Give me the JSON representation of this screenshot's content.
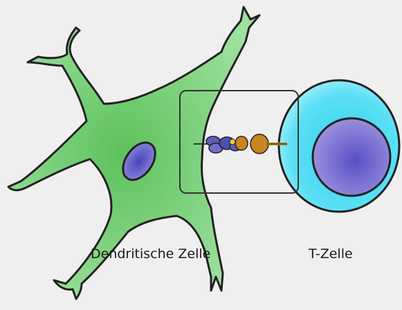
{
  "labels": {
    "dendritic_cell": "Dendritische Zelle",
    "t_cell": "T-Zelle"
  },
  "colors": {
    "background": "#efefef",
    "dendritic_cell_fill": "#8fd98f",
    "dendritic_cell_center": "#5cc25c",
    "nucleus": "#6a63c8",
    "t_cell_outer": "#2fd0ee",
    "t_cell_inner": "#8a7fd6",
    "mhc_molecule": "#5b5db8",
    "tcr_receptor": "#c9851f",
    "outline": "#222222"
  },
  "icons": [
    "mhc-peptide-complex",
    "t-cell-receptor",
    "synapse-zoom-box"
  ]
}
